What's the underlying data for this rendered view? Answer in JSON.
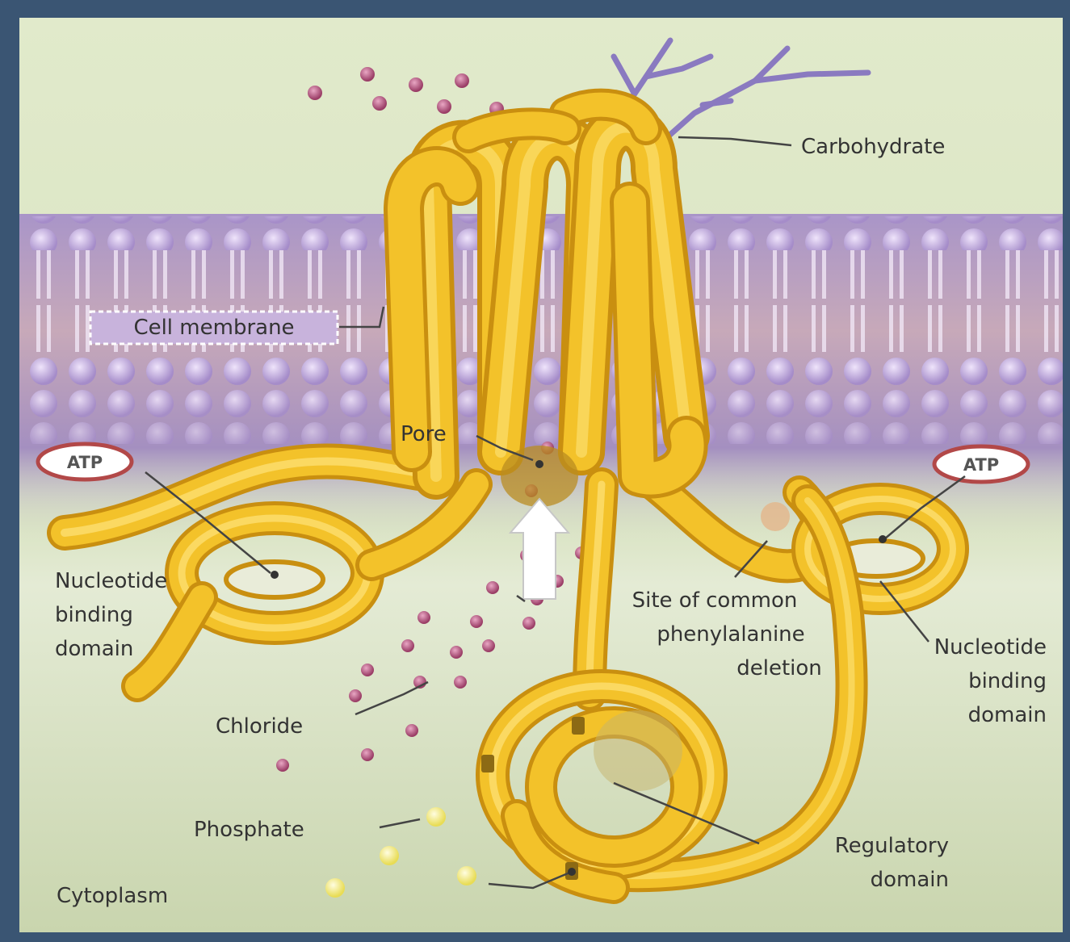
{
  "labels": {
    "carbohydrate": "Carbohydrate",
    "cell_membrane": "Cell membrane",
    "pore": "Pore",
    "atp_left": "ATP",
    "atp_right": "ATP",
    "nbd_left_line1": "Nucleotide",
    "nbd_left_line2": "binding",
    "nbd_left_line3": "domain",
    "deletion_line1": "Site of common",
    "deletion_line2": "phenylalanine",
    "deletion_line3": "deletion",
    "nbd_right_line1": "Nucleotide",
    "nbd_right_line2": "binding",
    "nbd_right_line3": "domain",
    "chloride": "Chloride",
    "phosphate": "Phosphate",
    "regulatory_line1": "Regulatory",
    "regulatory_line2": "domain",
    "cytoplasm": "Cytoplasm"
  },
  "colors": {
    "frame": "#3a5573",
    "background_top": "#dfe8c8",
    "background_bottom": "#cdd8b4",
    "membrane": "#b7a2cc",
    "lipid_head": "#c9b3e2",
    "protein": "#f3c22a",
    "protein_highlight": "#fde27a",
    "protein_shadow": "#c98f10",
    "chloride_ion": "#b0507a",
    "phosphate": "#f6ef80",
    "carbohydrate": "#8a7ac0",
    "label_text": "#333333"
  }
}
